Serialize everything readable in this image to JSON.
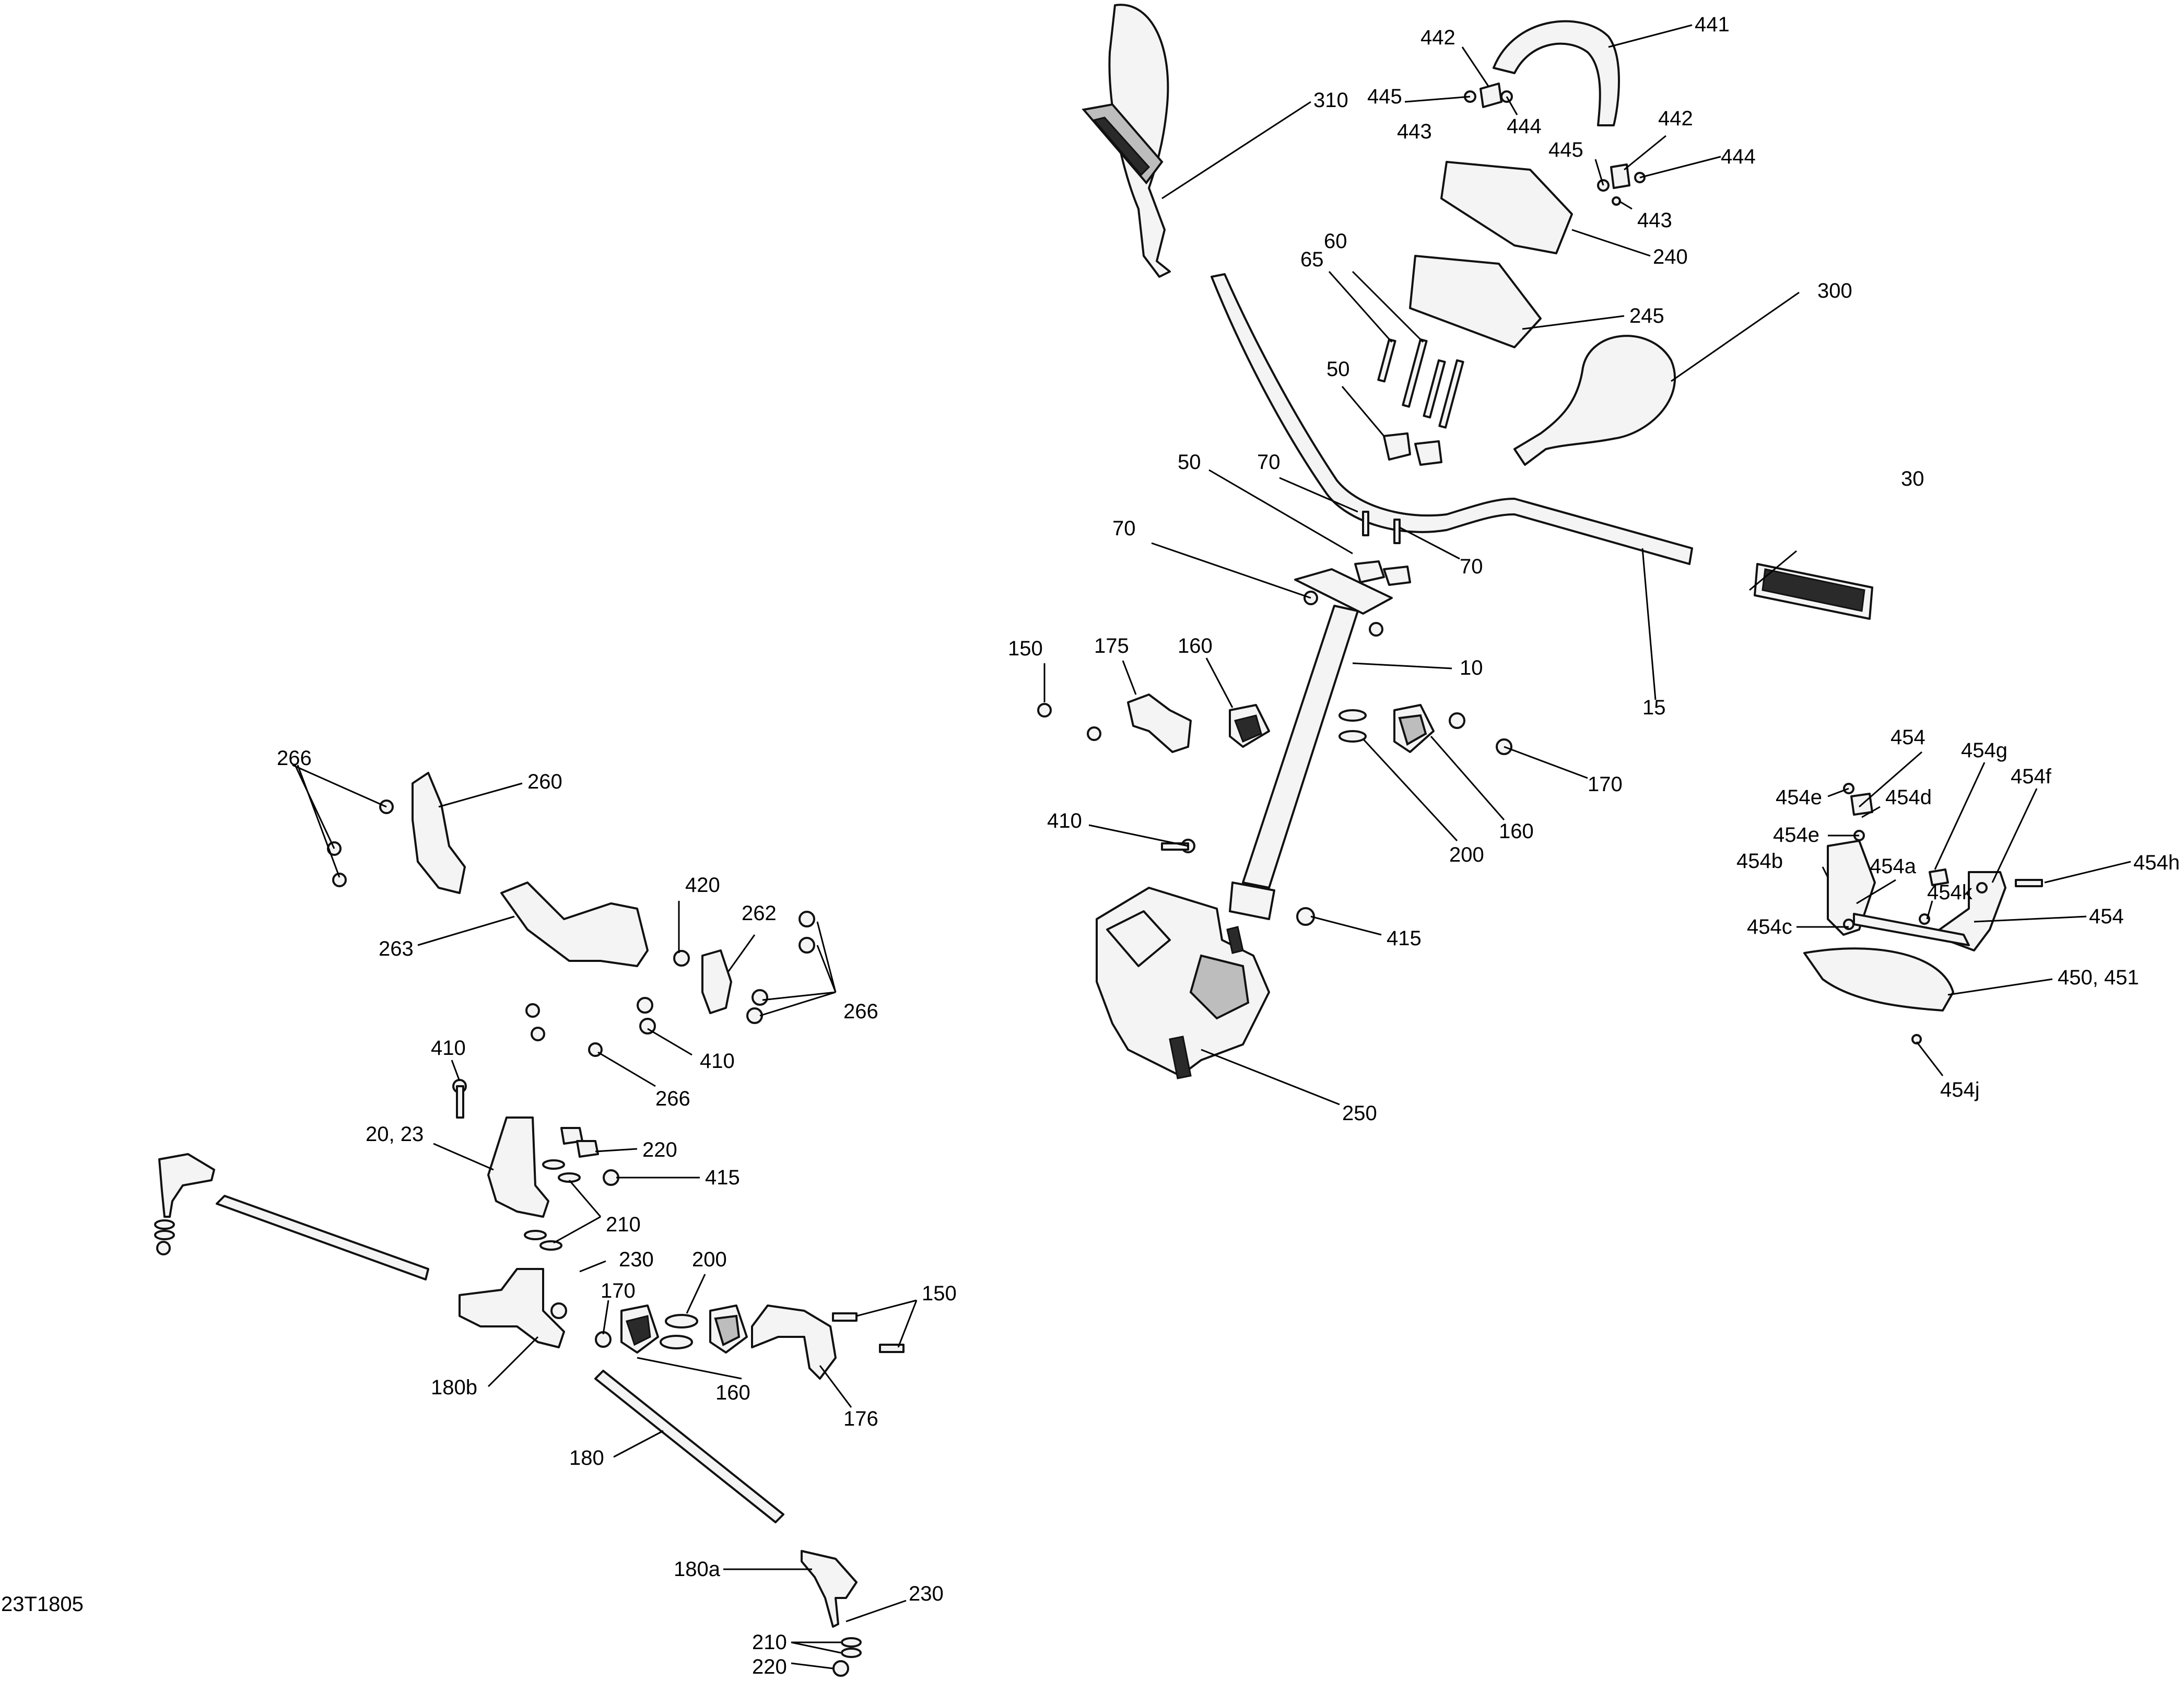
{
  "figure_id": "23T1805",
  "callouts": {
    "c441": "441",
    "c442a": "442",
    "c445a": "445",
    "c443a": "443",
    "c444a": "444",
    "c442b": "442",
    "c445b": "445",
    "c444b": "444",
    "c443b": "443",
    "c310": "310",
    "c240": "240",
    "c60": "60",
    "c65": "65",
    "c245": "245",
    "c300": "300",
    "c50a": "50",
    "c50b": "50",
    "c70a": "70",
    "c70b": "70",
    "c70c": "70",
    "c30": "30",
    "c15": "15",
    "c10": "10",
    "c150a": "150",
    "c175": "175",
    "c160a": "160",
    "c170a": "170",
    "c160b": "160",
    "c200a": "200",
    "c410a": "410",
    "c415a": "415",
    "c250": "250",
    "c454": "454",
    "c454g": "454g",
    "c454f": "454f",
    "c454e1": "454e",
    "c454d": "454d",
    "c454e2": "454e",
    "c454b": "454b",
    "c454a": "454a",
    "c454k": "454k",
    "c454h": "454h",
    "c454c": "454c",
    "c454_2": "454",
    "c450": "450, 451",
    "c454j": "454j",
    "c266a": "266",
    "c260": "260",
    "c263": "263",
    "c420": "420",
    "c262": "262",
    "c266b": "266",
    "c410b": "410",
    "c266c": "266",
    "c410c": "410",
    "c20": "20, 23",
    "c220a": "220",
    "c415b": "415",
    "c210a": "210",
    "c230a": "230",
    "c170b": "170",
    "c200b": "200",
    "c150b": "150",
    "c180b": "180b",
    "c160c": "160",
    "c176": "176",
    "c180": "180",
    "c180a": "180a",
    "c230b": "230",
    "c210b": "210",
    "c220b": "220"
  }
}
